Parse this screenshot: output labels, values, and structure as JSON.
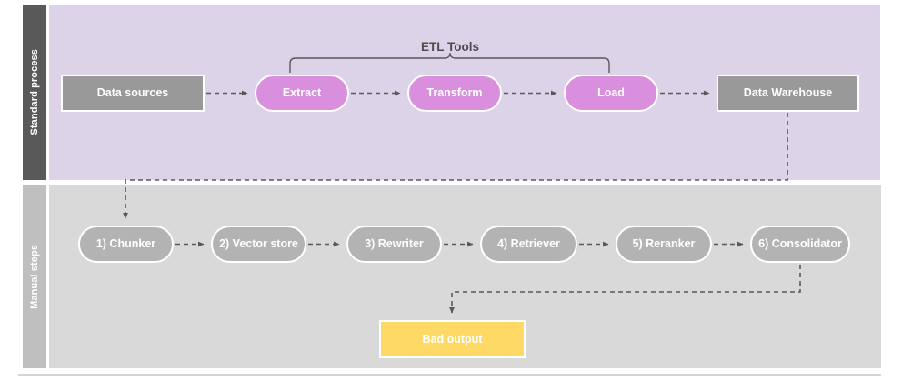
{
  "diagram": {
    "title_label": "ETL Tools",
    "lanes": [
      {
        "id": "standard",
        "label": "Standard process",
        "band_color": "#595959",
        "panel_color": "#dcd3e8"
      },
      {
        "id": "manual",
        "label": "Manual steps",
        "band_color": "#bfbfbf",
        "panel_color": "#d9d9d9"
      }
    ],
    "standard_process": {
      "nodes": [
        {
          "id": "data-sources",
          "label": "Data sources",
          "shape": "rect",
          "color": "#999999"
        },
        {
          "id": "extract",
          "label": "Extract",
          "shape": "pill",
          "color": "#d98fdd"
        },
        {
          "id": "transform",
          "label": "Transform",
          "shape": "pill",
          "color": "#d98fdd"
        },
        {
          "id": "load",
          "label": "Load",
          "shape": "pill",
          "color": "#d98fdd"
        },
        {
          "id": "data-warehouse",
          "label": "Data Warehouse",
          "shape": "rect",
          "color": "#999999"
        }
      ],
      "bracket": {
        "label": "ETL Tools",
        "spans": [
          "extract",
          "transform",
          "load"
        ]
      }
    },
    "manual_steps": {
      "nodes": [
        {
          "id": "chunker",
          "label": "1) Chunker",
          "shape": "pill",
          "color": "#b3b3b3"
        },
        {
          "id": "vector-store",
          "label": "2) Vector store",
          "shape": "pill",
          "color": "#b3b3b3"
        },
        {
          "id": "rewriter",
          "label": "3) Rewriter",
          "shape": "pill",
          "color": "#b3b3b3"
        },
        {
          "id": "retriever",
          "label": "4) Retriever",
          "shape": "pill",
          "color": "#b3b3b3"
        },
        {
          "id": "reranker",
          "label": "5) Reranker",
          "shape": "pill",
          "color": "#b3b3b3"
        },
        {
          "id": "consolidator",
          "label": "6) Consolidator",
          "shape": "pill",
          "color": "#b3b3b3"
        }
      ],
      "output": {
        "id": "bad-output",
        "label": "Bad output",
        "shape": "rect",
        "color": "#ffd966"
      }
    },
    "edges": [
      {
        "from": "data-sources",
        "to": "extract",
        "style": "dashed-arrow"
      },
      {
        "from": "extract",
        "to": "transform",
        "style": "dashed-arrow"
      },
      {
        "from": "transform",
        "to": "load",
        "style": "dashed-arrow"
      },
      {
        "from": "load",
        "to": "data-warehouse",
        "style": "dashed-arrow"
      },
      {
        "from": "data-warehouse",
        "to": "chunker",
        "style": "dashed-arrow-elbow"
      },
      {
        "from": "chunker",
        "to": "vector-store",
        "style": "dashed-arrow"
      },
      {
        "from": "vector-store",
        "to": "rewriter",
        "style": "dashed-arrow"
      },
      {
        "from": "rewriter",
        "to": "retriever",
        "style": "dashed-arrow"
      },
      {
        "from": "retriever",
        "to": "reranker",
        "style": "dashed-arrow"
      },
      {
        "from": "reranker",
        "to": "consolidator",
        "style": "dashed-arrow"
      },
      {
        "from": "consolidator",
        "to": "bad-output",
        "style": "dashed-arrow-elbow"
      }
    ],
    "colors": {
      "edge": "#595959",
      "node_text": "#ffffff",
      "bracket": "#4d4d4d",
      "panel_standard": "#dcd3e8",
      "panel_manual": "#d9d9d9",
      "accent_purple": "#d98fdd",
      "accent_yellow": "#ffd966",
      "gray_dark": "#999999",
      "gray_light": "#b3b3b3"
    }
  }
}
